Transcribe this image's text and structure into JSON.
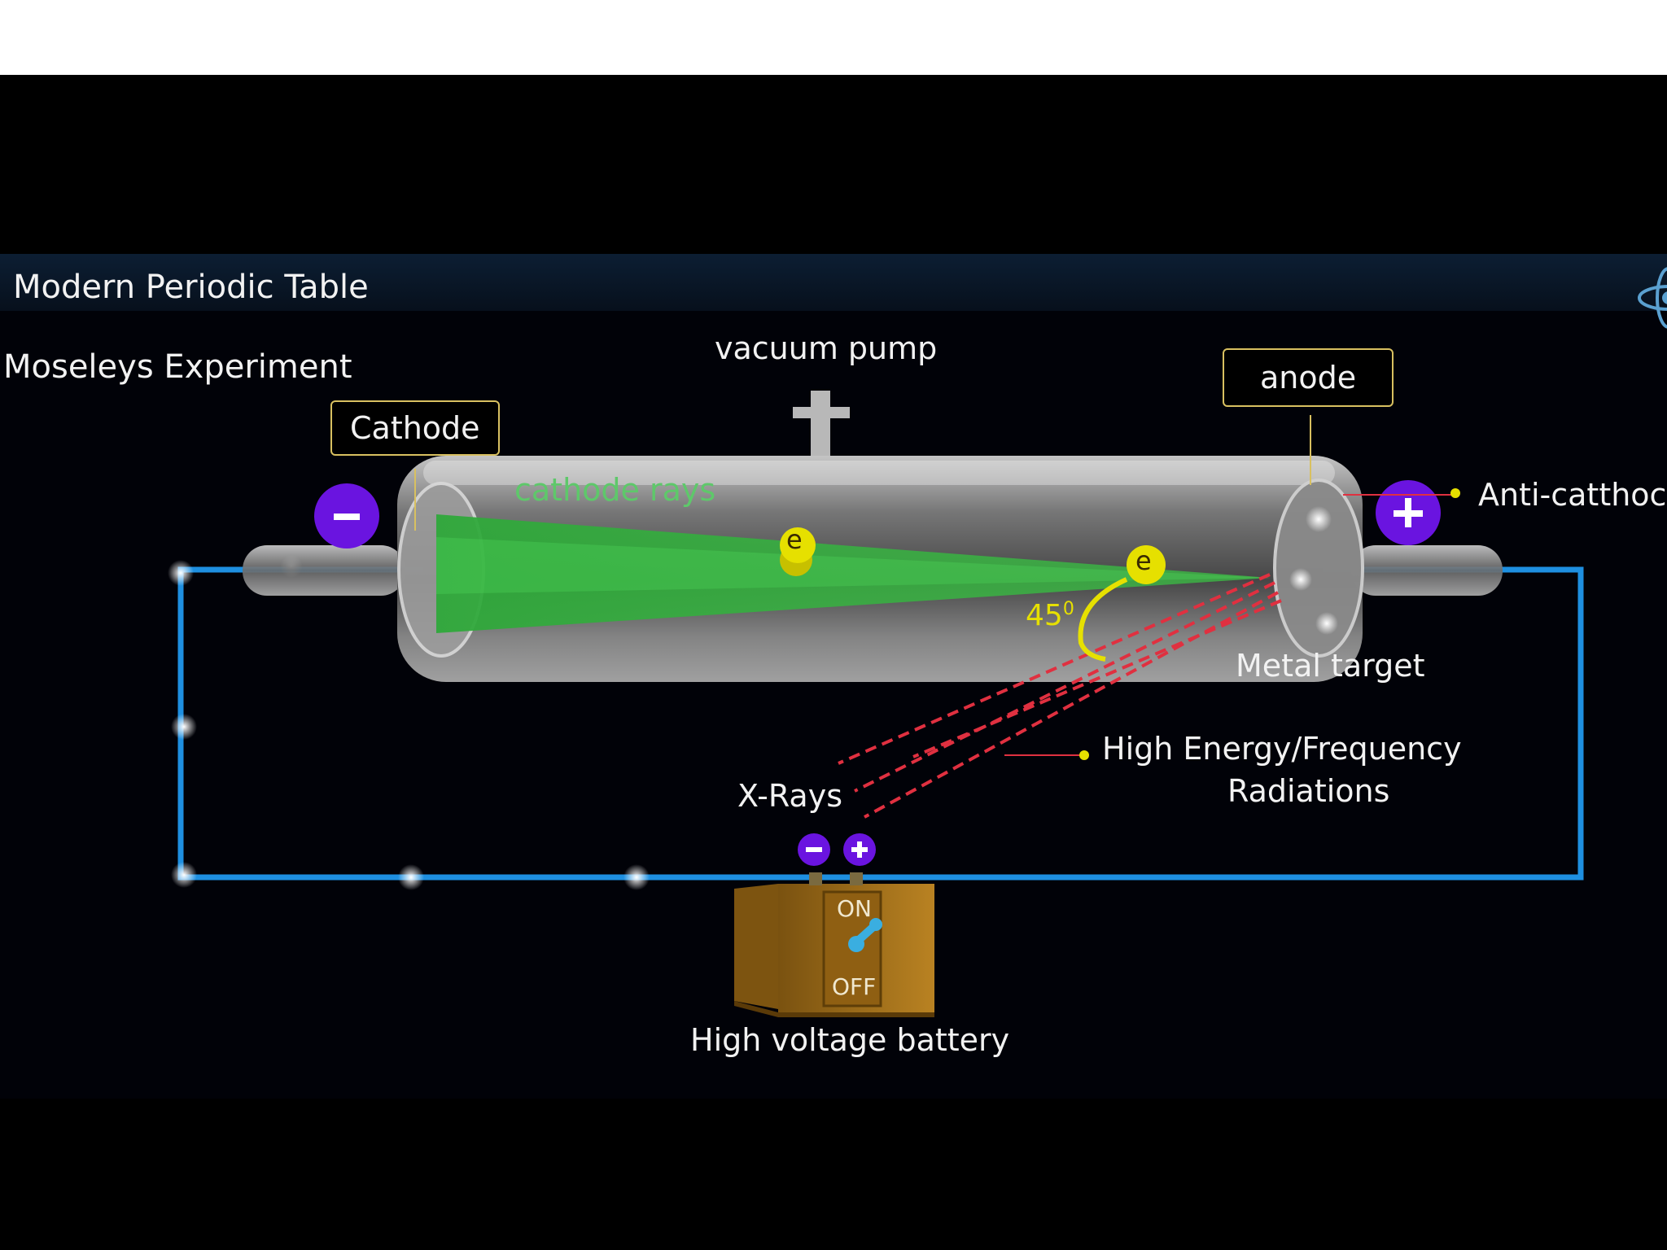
{
  "header": {
    "title": "Modern Periodic Table"
  },
  "diagram": {
    "subtitle": "Moseleys Experiment",
    "labels": {
      "vacuum_pump": "vacuum pump",
      "cathode": "Cathode",
      "anode": "anode",
      "cathode_rays": "cathode rays",
      "anti_cathode": "Anti-catthoc",
      "metal_target": "Metal target",
      "high_energy_line1": "High Energy/Frequency",
      "high_energy_line2": "Radiations",
      "x_rays": "X-Rays",
      "battery": "High voltage battery",
      "switch_on": "ON",
      "switch_off": "OFF",
      "angle": "45",
      "angle_unit": "0",
      "electron": "e",
      "minus": "−",
      "plus": "+"
    },
    "colors": {
      "wire": "#1e8fe0",
      "tube": "#9a9a9a",
      "rays": "#2fa83a",
      "electron": "#e6e000",
      "electrode": "#6a14e0",
      "xray": "#e03040",
      "label_border": "#d8c060",
      "battery": "#b07a18"
    }
  }
}
